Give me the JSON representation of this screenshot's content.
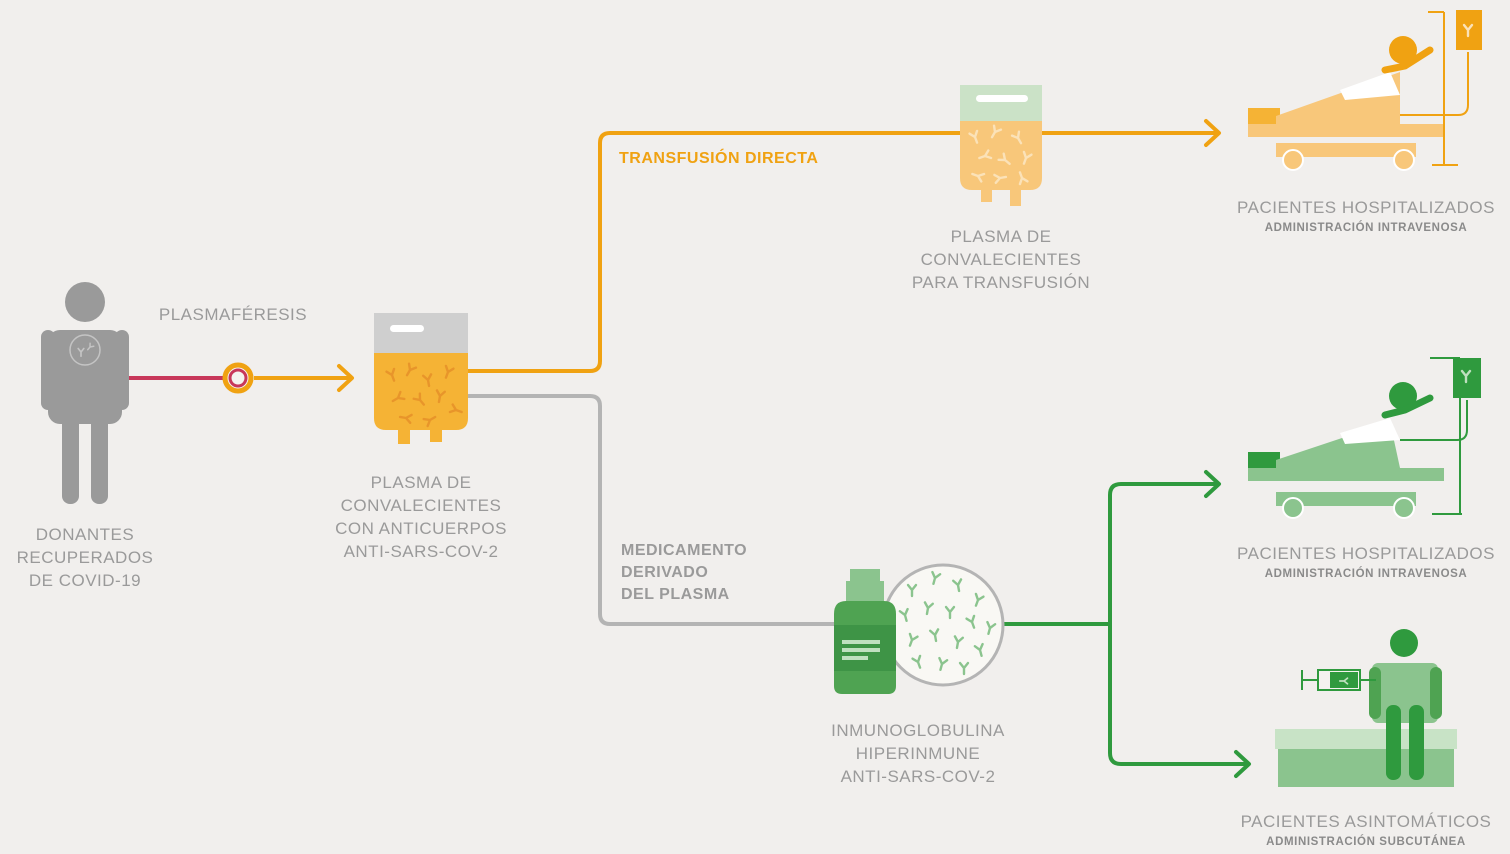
{
  "colors": {
    "background": "#f1efed",
    "donor_gray": "#9a9a9a",
    "plasma_orange": "#f5b335",
    "transfusion_orange": "#f0a212",
    "pale_orange": "#f8c77a",
    "plasmapheresis_red": "#c8375a",
    "derivative_gray": "#b4b4b4",
    "green": "#2f9a3e",
    "mid_green": "#4fa352",
    "light_green": "#8bc48e"
  },
  "donor": {
    "label": [
      "DONANTES",
      "RECUPERADOS",
      "DE COVID-19"
    ]
  },
  "plasmapheresis": {
    "label": "PLASMAFÉRESIS"
  },
  "convalescent_plasma": {
    "label": [
      "PLASMA DE",
      "CONVALECIENTES",
      "CON ANTICUERPOS",
      "ANTI-SARS-COV-2"
    ]
  },
  "routes": {
    "direct_transfusion": {
      "label": "TRANSFUSIÓN DIRECTA"
    },
    "plasma_derived": {
      "label": [
        "MEDICAMENTO",
        "DERIVADO",
        "DEL PLASMA"
      ]
    }
  },
  "transfusion_plasma": {
    "label": [
      "PLASMA DE",
      "CONVALECIENTES",
      "PARA TRANSFUSIÓN"
    ]
  },
  "immunoglobulin": {
    "label": [
      "INMUNOGLOBULINA",
      "HIPERINMUNE",
      "ANTI-SARS-COV-2"
    ]
  },
  "outcomes": [
    {
      "title": "PACIENTES HOSPITALIZADOS",
      "subtitle": "ADMINISTRACIÓN INTRAVENOSA"
    },
    {
      "title": "PACIENTES HOSPITALIZADOS",
      "subtitle": "ADMINISTRACIÓN INTRAVENOSA"
    },
    {
      "title": "PACIENTES ASINTOMÁTICOS",
      "subtitle": "ADMINISTRACIÓN SUBCUTÁNEA"
    }
  ],
  "icons": {
    "donor": "person-icon",
    "plasma_bag": "plasma-bag-icon",
    "vial": "vial-icon",
    "antibody_circle": "antibody-circle-icon",
    "hospital_bed": "hospital-bed-icon",
    "iv_drip": "iv-drip-icon",
    "syringe": "syringe-icon",
    "standing_patient": "standing-patient-icon"
  }
}
